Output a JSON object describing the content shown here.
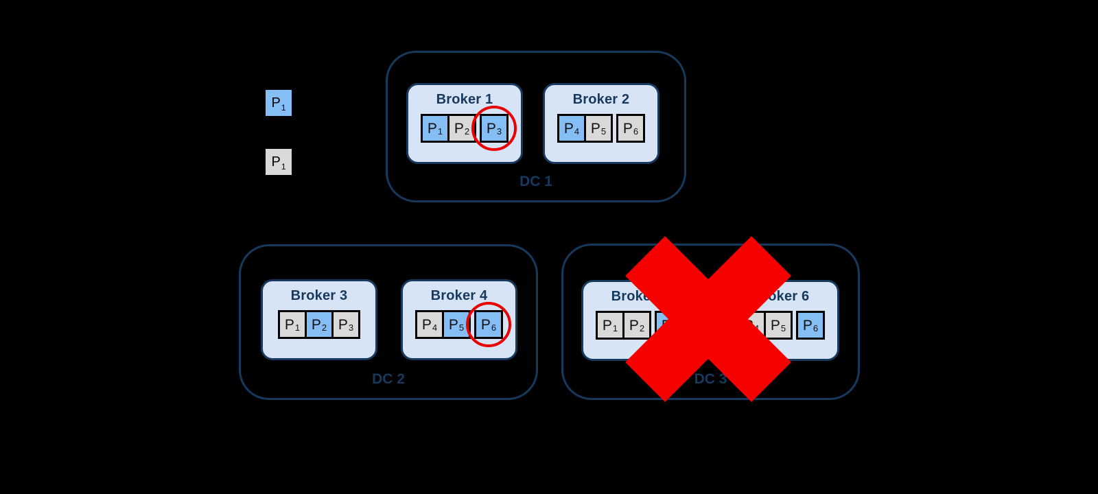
{
  "colors": {
    "background": "#000000",
    "accent_navy": "#17395E",
    "broker_fill": "#D6E4F5",
    "leader_blue": "#85BEF5",
    "follower_gray": "#D9D9D9",
    "x_red": "#F60000",
    "circle_red": "#EA0000",
    "partition_border": "#000000"
  },
  "legend": {
    "items": [
      {
        "label": "P",
        "sub": "1",
        "role": "leader"
      },
      {
        "label": "P",
        "sub": "1",
        "role": "follower"
      }
    ]
  },
  "datacenters": [
    {
      "name": "DC 1",
      "failed": false,
      "brokers": [
        {
          "name": "Broker 1",
          "partitions": [
            {
              "label": "P",
              "sub": "1",
              "role": "leader",
              "circled": false,
              "detached": false
            },
            {
              "label": "P",
              "sub": "2",
              "role": "follower",
              "circled": false,
              "detached": false
            },
            {
              "label": "P",
              "sub": "3",
              "role": "leader",
              "circled": true,
              "detached": true
            }
          ]
        },
        {
          "name": "Broker 2",
          "partitions": [
            {
              "label": "P",
              "sub": "4",
              "role": "leader",
              "circled": false,
              "detached": false
            },
            {
              "label": "P",
              "sub": "5",
              "role": "follower",
              "circled": false,
              "detached": false
            },
            {
              "label": "P",
              "sub": "6",
              "role": "follower",
              "circled": false,
              "detached": true
            }
          ]
        }
      ]
    },
    {
      "name": "DC 2",
      "failed": false,
      "brokers": [
        {
          "name": "Broker 3",
          "partitions": [
            {
              "label": "P",
              "sub": "1",
              "role": "follower",
              "circled": false,
              "detached": false
            },
            {
              "label": "P",
              "sub": "2",
              "role": "leader",
              "circled": false,
              "detached": false
            },
            {
              "label": "P",
              "sub": "3",
              "role": "follower",
              "circled": false,
              "detached": false
            }
          ]
        },
        {
          "name": "Broker 4",
          "partitions": [
            {
              "label": "P",
              "sub": "4",
              "role": "follower",
              "circled": false,
              "detached": false
            },
            {
              "label": "P",
              "sub": "5",
              "role": "leader",
              "circled": false,
              "detached": false
            },
            {
              "label": "P",
              "sub": "6",
              "role": "leader",
              "circled": true,
              "detached": true
            }
          ]
        }
      ]
    },
    {
      "name": "DC 3",
      "failed": true,
      "brokers": [
        {
          "name": "Broker 5",
          "partitions": [
            {
              "label": "P",
              "sub": "1",
              "role": "follower",
              "circled": false,
              "detached": false
            },
            {
              "label": "P",
              "sub": "2",
              "role": "follower",
              "circled": false,
              "detached": false
            },
            {
              "label": "P",
              "sub": "3",
              "role": "leader",
              "circled": false,
              "detached": true
            }
          ]
        },
        {
          "name": "Broker 6",
          "partitions": [
            {
              "label": "P",
              "sub": "4",
              "role": "follower",
              "circled": false,
              "detached": false
            },
            {
              "label": "P",
              "sub": "5",
              "role": "follower",
              "circled": false,
              "detached": false
            },
            {
              "label": "P",
              "sub": "6",
              "role": "leader",
              "circled": false,
              "detached": true
            }
          ]
        }
      ]
    }
  ]
}
